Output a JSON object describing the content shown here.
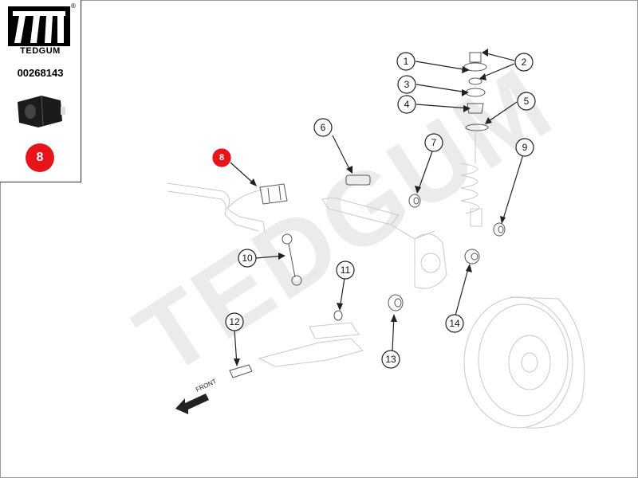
{
  "brand": {
    "name": "TEDGUM",
    "registered_mark": "®",
    "part_number": "00268143",
    "selected_callout": "8",
    "logo_icon": "tedgum-logo-icon",
    "thumbnail_icon": "stabilizer-bushing-icon"
  },
  "watermark": "TEDGUM",
  "front_label": "FRONT",
  "colors": {
    "accent_red": "#e8141b",
    "line": "#222222",
    "ghost": "#c9c9c9"
  },
  "callouts": [
    {
      "label": "1"
    },
    {
      "label": "2"
    },
    {
      "label": "3"
    },
    {
      "label": "4"
    },
    {
      "label": "5"
    },
    {
      "label": "6"
    },
    {
      "label": "7"
    },
    {
      "label": "8"
    },
    {
      "label": "9"
    },
    {
      "label": "10"
    },
    {
      "label": "11"
    },
    {
      "label": "12"
    },
    {
      "label": "13"
    },
    {
      "label": "14"
    }
  ]
}
